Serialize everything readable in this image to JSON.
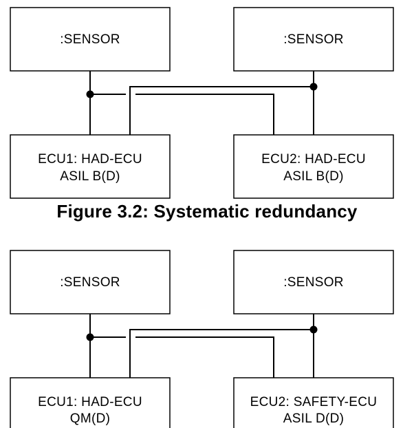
{
  "diagrams": [
    {
      "sensor_left": ":SENSOR",
      "sensor_right": ":SENSOR",
      "ecu_left": {
        "line1": "ECU1: HAD-ECU",
        "line2": "ASIL B(D)"
      },
      "ecu_right": {
        "line1": "ECU2: HAD-ECU",
        "line2": "ASIL B(D)"
      }
    },
    {
      "sensor_left": ":SENSOR",
      "sensor_right": ":SENSOR",
      "ecu_left": {
        "line1": "ECU1: HAD-ECU",
        "line2": "QM(D)"
      },
      "ecu_right": {
        "line1": "ECU2: SAFETY-ECU",
        "line2": "ASIL D(D)"
      }
    }
  ],
  "caption": "Figure 3.2: Systematic redundancy"
}
